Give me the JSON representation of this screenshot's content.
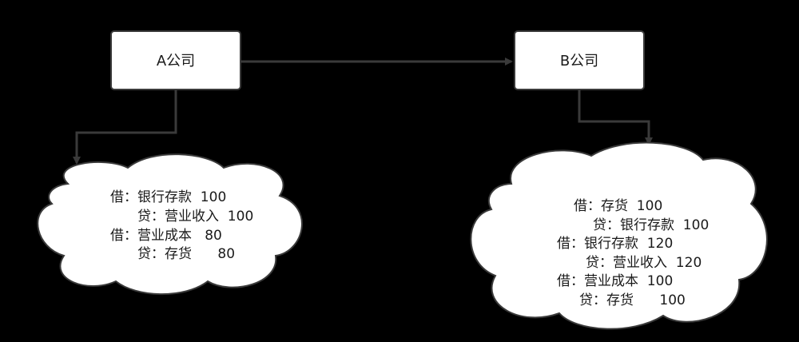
{
  "company_a": {
    "label": "A公司",
    "entries": [
      {
        "text": "借：银行存款  100"
      },
      {
        "text": "贷：营业收入  100"
      },
      {
        "text": "借：营业成本   80"
      },
      {
        "text": "贷：存货      80"
      }
    ]
  },
  "company_b": {
    "label": "B公司",
    "entries": [
      {
        "text": "借：存货  100"
      },
      {
        "text": "贷：银行存款  100"
      },
      {
        "text": "借：银行存款  120"
      },
      {
        "text": "贷：营业收入  120"
      },
      {
        "text": "借：营业成本  100"
      },
      {
        "text": "贷：存货      100"
      }
    ]
  }
}
